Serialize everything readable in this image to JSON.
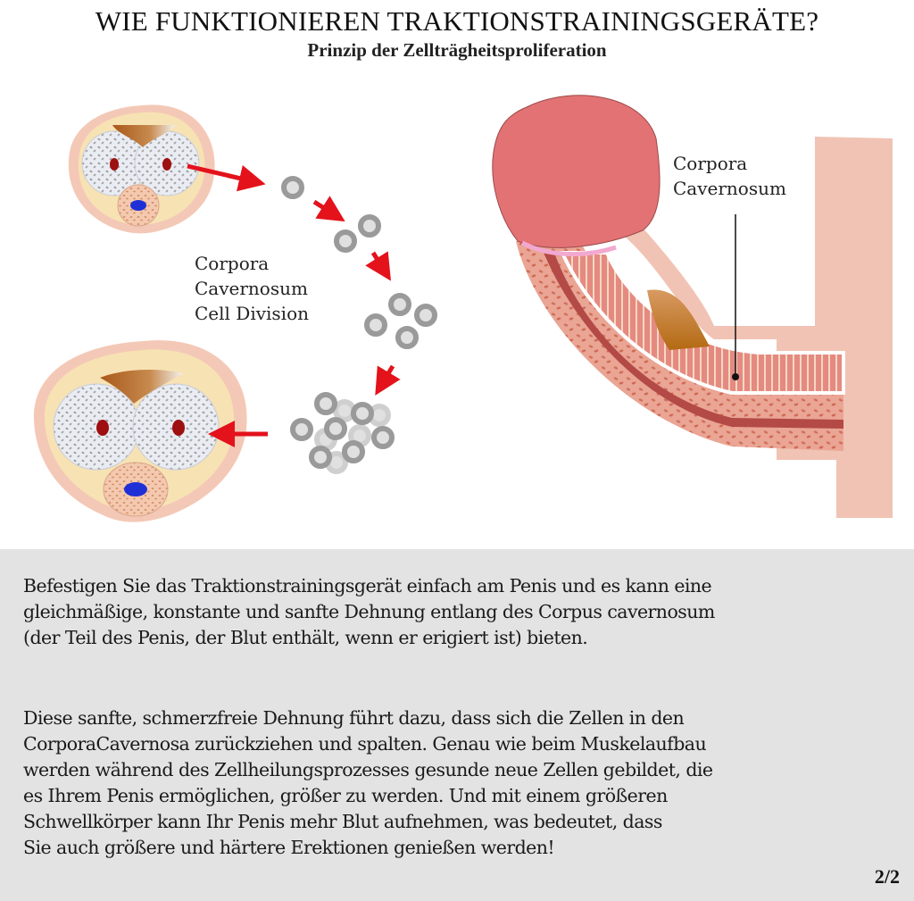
{
  "header": {
    "title": "WIE FUNKTIONIEREN TRAKTIONSTRAININGSGERÄTE?",
    "subtitle": "Prinzip der Zellträgheitsproliferation"
  },
  "diagram": {
    "left_label": [
      "Corpora",
      "Cavernosum",
      "Cell Division"
    ],
    "right_label": [
      "Corpora",
      "Cavernosum"
    ],
    "colors": {
      "arrow": "#e3121b",
      "skin_outer": "#f4c8b6",
      "skin_inner": "#f7e2b4",
      "chamber": "#e6eaf2",
      "artery": "#9e0f0f",
      "urethra": "#1f2fd6",
      "spongiosum": "#f2c2a8",
      "glans": "#e37274",
      "shaft": "#e79a92",
      "body": "#f1c3b4",
      "cell_ring": "#9a9a9a",
      "cell_core": "#e0e0e0"
    }
  },
  "text": {
    "paragraph_1": "Befestigen Sie das Traktionstrainingsgerät einfach am Penis und es kann eine\ngleichmäßige, konstante und sanfte Dehnung entlang des Corpus cavernosum\n(der Teil des Penis, der Blut enthält, wenn er erigiert ist) bieten.",
    "paragraph_2": "Diese sanfte, schmerzfreie Dehnung führt dazu, dass sich die Zellen in den\nCorporaCavernosa zurückziehen und spalten. Genau wie beim Muskelaufbau\nwerden während des Zellheilungsprozesses gesunde neue Zellen gebildet, die\nes Ihrem Penis ermöglichen, größer zu werden. Und mit einem größeren\nSchwellkörper kann Ihr Penis mehr Blut aufnehmen, was bedeutet, dass\nSie auch größere und härtere Erektionen genießen werden!",
    "page_indicator": "2/2"
  }
}
